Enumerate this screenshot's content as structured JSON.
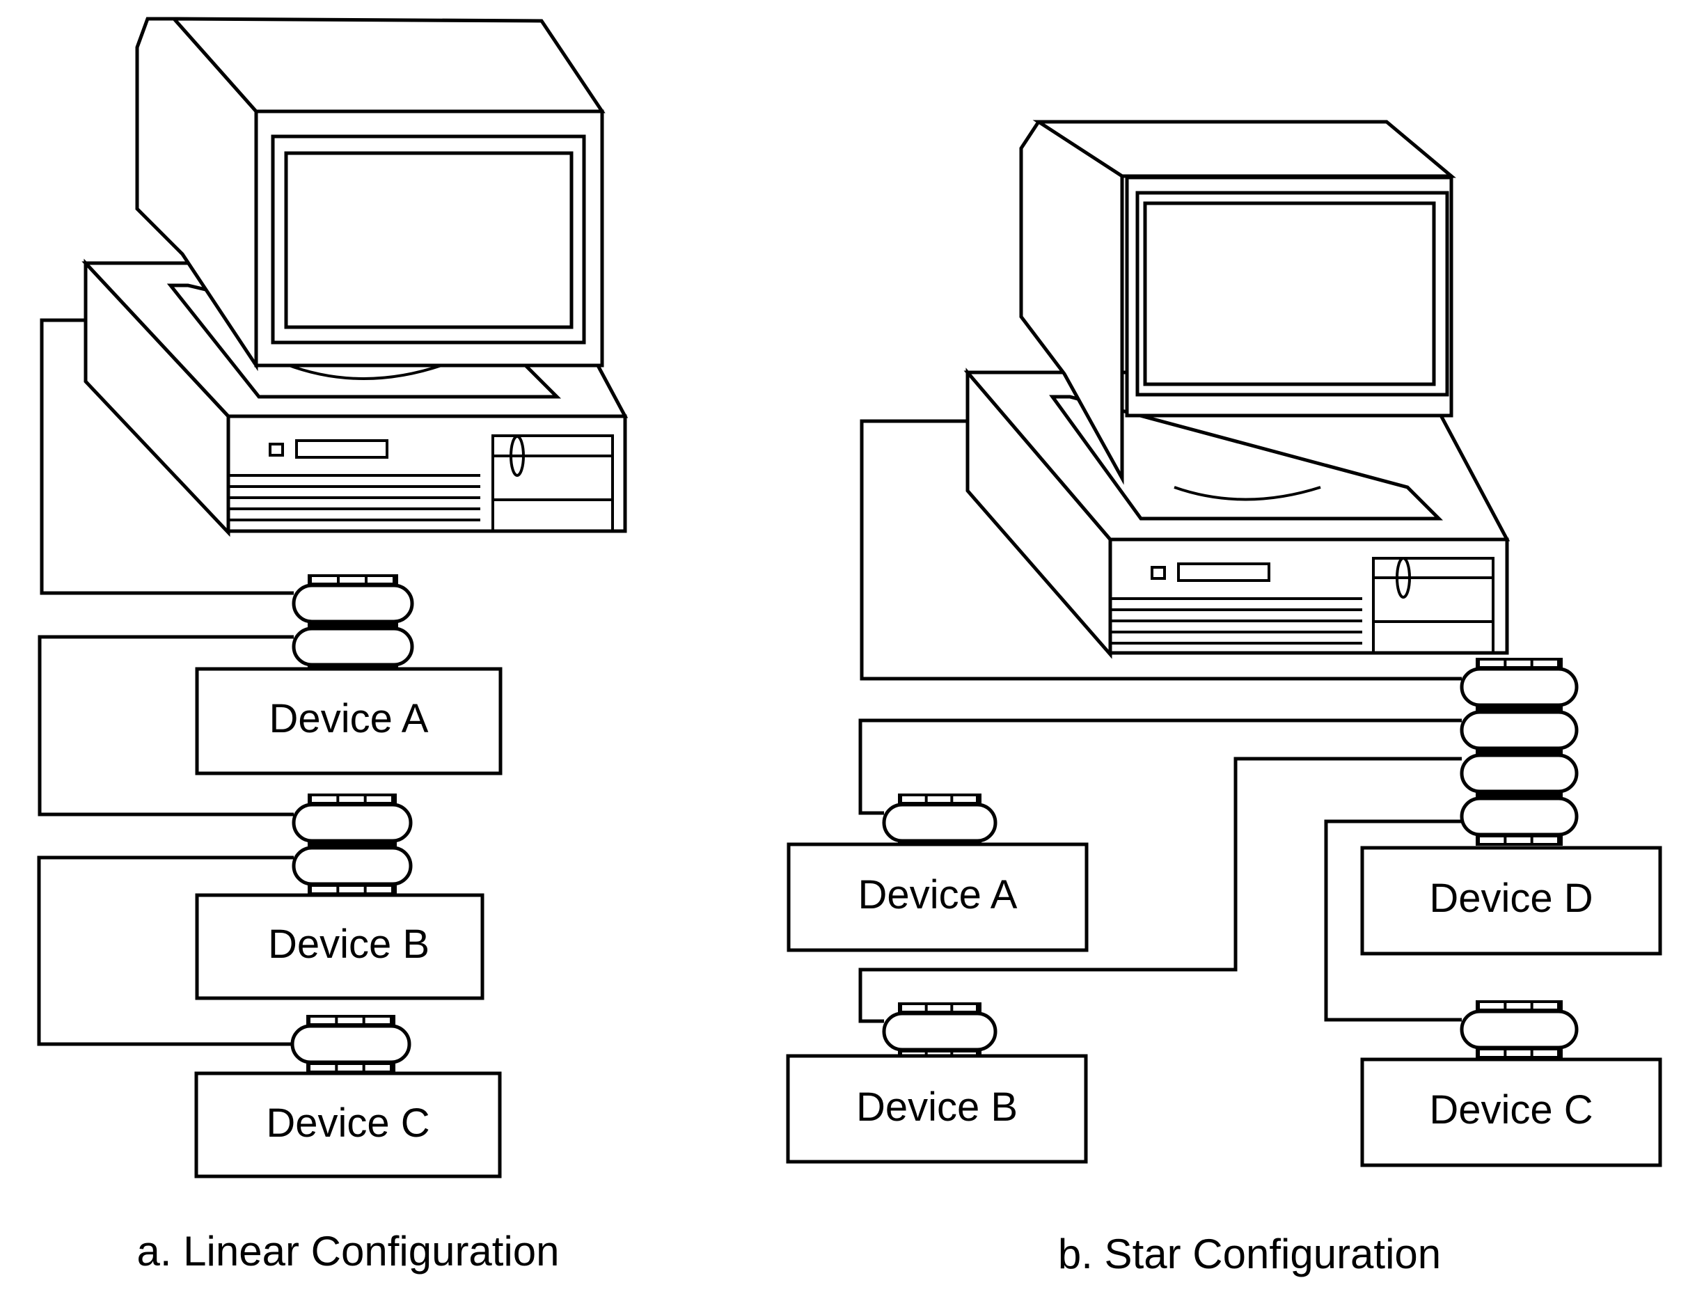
{
  "figure": {
    "panels": [
      {
        "id": "linear",
        "caption": "a. Linear Configuration",
        "devices": [
          "Device A",
          "Device B",
          "Device C"
        ],
        "topology": "daisy-chain"
      },
      {
        "id": "star",
        "caption": "b. Star Configuration",
        "devices": [
          "Device A",
          "Device B",
          "Device C",
          "Device D"
        ],
        "topology": "star",
        "hub_device": "Device D",
        "hub_connector_stack": 4
      }
    ]
  },
  "colors": {
    "ink": "#000000",
    "paper": "#ffffff"
  }
}
